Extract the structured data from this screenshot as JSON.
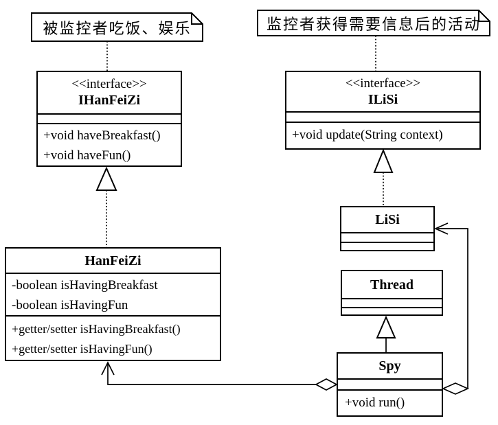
{
  "diagram_title": "Observer pattern UML class diagram",
  "colors": {
    "line": "#000000",
    "background": "#ffffff"
  },
  "notes": {
    "hanfeizi_note": "被监控者吃饭、娱乐",
    "lisi_note": "监控者获得需要信息后的活动"
  },
  "classes": {
    "ihanfeizi": {
      "stereotype": "<<interface>>",
      "name": "IHanFeiZi",
      "attributes": [],
      "methods": [
        "+void haveBreakfast()",
        "+void haveFun()"
      ]
    },
    "ilisi": {
      "stereotype": "<<interface>>",
      "name": "ILiSi",
      "attributes": [],
      "methods": [
        "+void update(String context)"
      ]
    },
    "hanfeizi": {
      "name": "HanFeiZi",
      "attributes": [
        "-boolean isHavingBreakfast",
        "-boolean isHavingFun"
      ],
      "methods": [
        "+getter/setter isHavingBreakfast()",
        "+getter/setter isHavingFun()"
      ]
    },
    "lisi": {
      "name": "LiSi",
      "attributes": [],
      "methods": []
    },
    "thread": {
      "name": "Thread",
      "attributes": [],
      "methods": []
    },
    "spy": {
      "name": "Spy",
      "attributes": [],
      "methods": [
        "+void run()"
      ]
    }
  },
  "relationships": [
    {
      "type": "note-attachment",
      "from": "hanfeizi_note",
      "to": "IHanFeiZi"
    },
    {
      "type": "note-attachment",
      "from": "lisi_note",
      "to": "ILiSi"
    },
    {
      "type": "realization",
      "from": "HanFeiZi",
      "to": "IHanFeiZi"
    },
    {
      "type": "realization",
      "from": "LiSi",
      "to": "ILiSi"
    },
    {
      "type": "generalization",
      "from": "Spy",
      "to": "Thread"
    },
    {
      "type": "aggregation",
      "from": "Spy",
      "to": "HanFeiZi"
    },
    {
      "type": "aggregation",
      "from": "Spy",
      "to": "LiSi"
    }
  ]
}
